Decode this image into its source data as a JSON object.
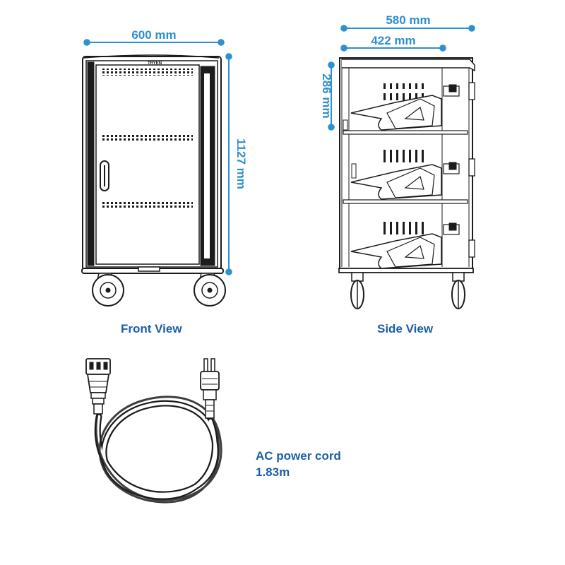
{
  "colors": {
    "accent": "#1a5fa8",
    "dimension": "#2e8fd1",
    "line": "#1c1c1c"
  },
  "front_view": {
    "caption": "Front View",
    "width_label": "600 mm",
    "height_label": "1127 mm",
    "brand_text": "TRYEN"
  },
  "side_view": {
    "caption": "Side View",
    "overall_depth_label": "580 mm",
    "inner_depth_label": "422 mm",
    "shelf_height_label": "286 mm"
  },
  "power_cord": {
    "title": "AC power cord",
    "length": "1.83m"
  }
}
